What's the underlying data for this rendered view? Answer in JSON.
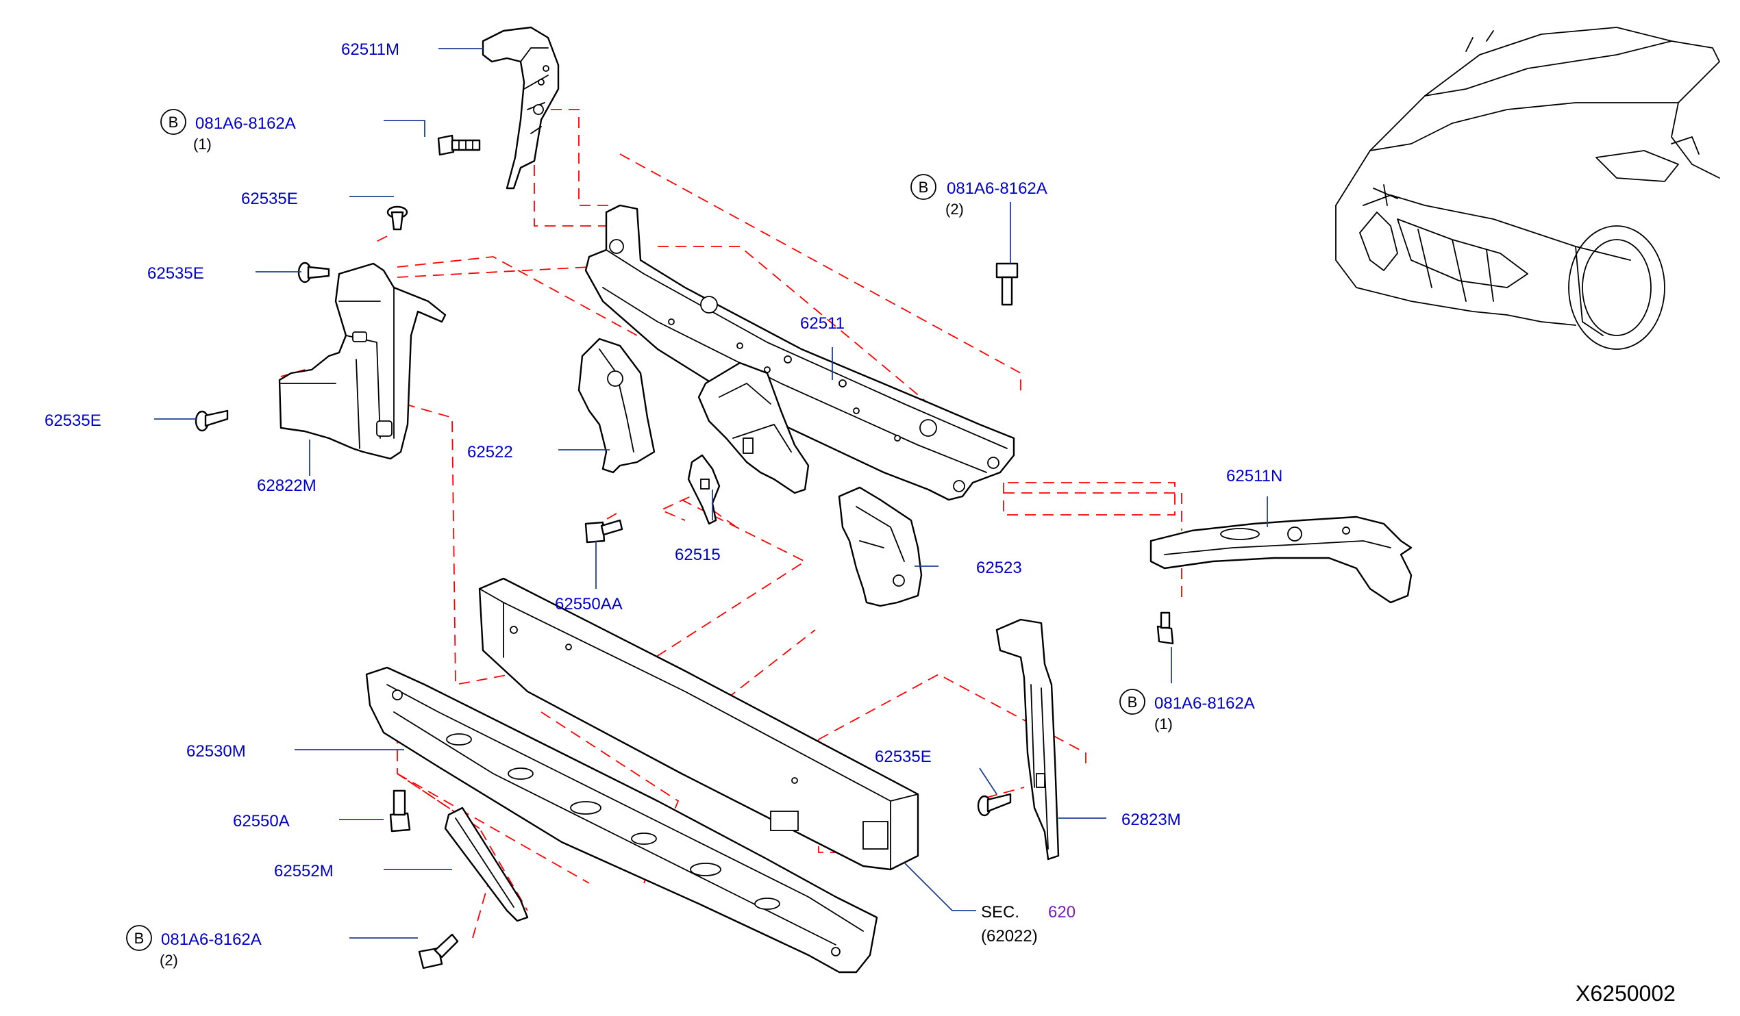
{
  "diagram_code": "X6250002",
  "labels": {
    "p62511M": "62511M",
    "p62535E_a": "62535E",
    "p62535E_b": "62535E",
    "p62535E_c": "62535E",
    "p62535E_d": "62535E",
    "p62822M": "62822M",
    "p62511": "62511",
    "p62522": "62522",
    "p62515": "62515",
    "p62550AA": "62550AA",
    "p62523": "62523",
    "p62511N": "62511N",
    "p62530M": "62530M",
    "p62550A": "62550A",
    "p62552M": "62552M",
    "p62823M": "62823M"
  },
  "bolt_callouts": [
    {
      "marker": "B",
      "part": "081A6-8162A",
      "qty": "(1)"
    },
    {
      "marker": "B",
      "part": "081A6-8162A",
      "qty": "(2)"
    },
    {
      "marker": "B",
      "part": "081A6-8162A",
      "qty": "(1)"
    },
    {
      "marker": "B",
      "part": "081A6-8162A",
      "qty": "(2)"
    }
  ],
  "section_ref": {
    "prefix": "SEC.",
    "number": "620",
    "sub": "(62022)"
  },
  "colors": {
    "label": "#0000cc",
    "leader": "#1f3f8f",
    "dashed_link": "#ff0000",
    "section_number": "#7a1fb5"
  }
}
